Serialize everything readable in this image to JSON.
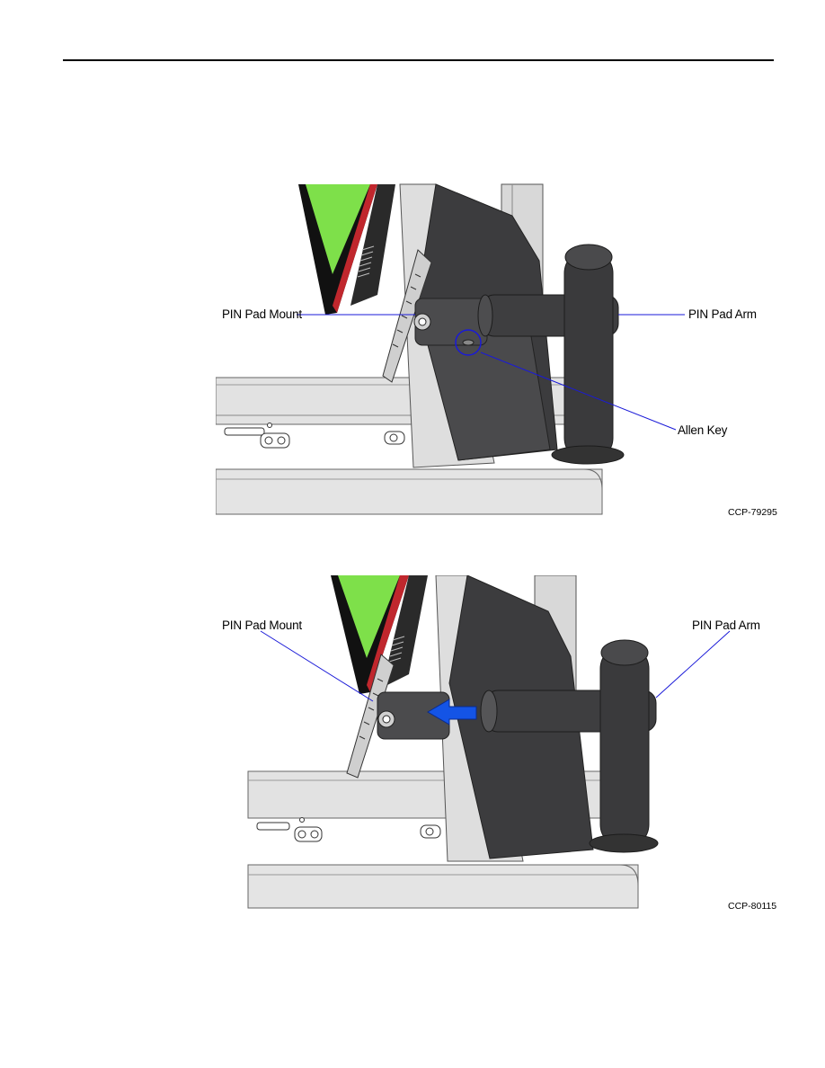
{
  "figures": [
    {
      "callouts": {
        "mount": "PIN Pad Mount",
        "arm": "PIN Pad Arm",
        "key": "Allen Key"
      },
      "figure_id": "CCP-79295"
    },
    {
      "callouts": {
        "mount": "PIN Pad Mount",
        "arm": "PIN Pad Arm"
      },
      "figure_id": "CCP-80115"
    }
  ],
  "colors": {
    "screen_green": "#7ee04a",
    "body_dark": "#3c3c3e",
    "frame_gray": "#dedede",
    "leader_line": "#1a1ad8",
    "arrow_blue": "#1454e6"
  }
}
